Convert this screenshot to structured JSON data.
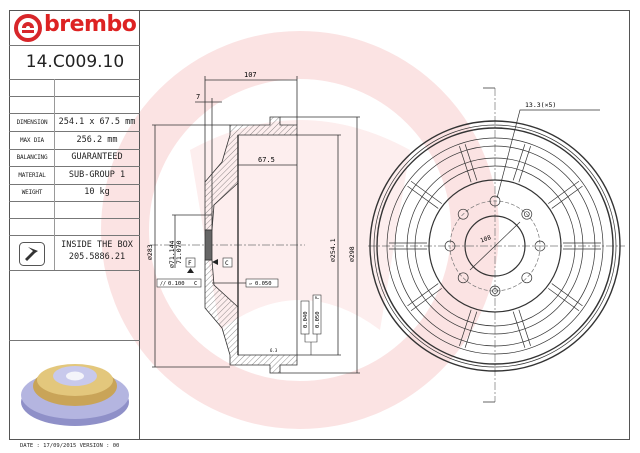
{
  "brand": {
    "name": "brembo",
    "logo_color": "#d7262a"
  },
  "part_number": "14.C009.10",
  "specs": [
    {
      "label": "DIMENSION",
      "value": "254.1 x 67.5 mm"
    },
    {
      "label": "MAX DIA",
      "value": "256.2 mm"
    },
    {
      "label": "BALANCING",
      "value": "GUARANTEED"
    },
    {
      "label": "MATERIAL",
      "value": "SUB-GROUP 1"
    },
    {
      "label": "WEIGHT",
      "value": "10 kg"
    }
  ],
  "inside_box": {
    "icon": "screw-icon",
    "title": "INSIDE THE BOX",
    "code": "205.5886.21"
  },
  "footer": {
    "date_text": "DATE : 17/09/2015 VERSION : 00"
  },
  "drawing": {
    "dims": {
      "overall_width": "107",
      "flange": "7",
      "inner_depth": "67.5",
      "outer_dia": "∅283",
      "hub_dia_upper": "∅71.144",
      "hub_dia_lower": "71.070",
      "bore_dia": "∅254.1",
      "max_dia": "∅298",
      "bolt_circle": "108",
      "holes": "13.3(×5)"
    },
    "datums": {
      "f": "F",
      "c": "C"
    },
    "tolerances": {
      "runout_c": "0.100",
      "runout_c_ref": "C",
      "flatness": "0.050",
      "roundness": "0.040",
      "runout_f": "0.050",
      "runout_f_ref": "F"
    },
    "surface": "6.3"
  }
}
